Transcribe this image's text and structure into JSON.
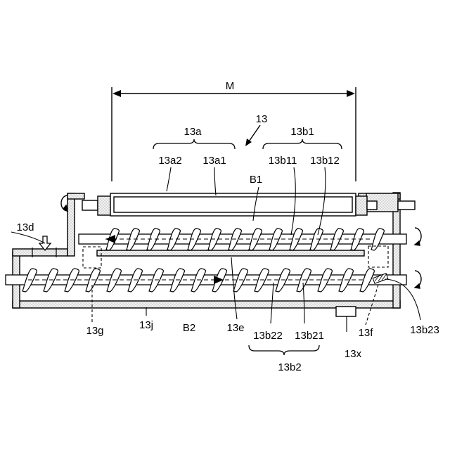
{
  "labels": {
    "M": "M",
    "n13": "13",
    "n13a": "13a",
    "n13b1": "13b1",
    "n13a2": "13a2",
    "n13a1": "13a1",
    "n13b11": "13b11",
    "n13b12": "13b12",
    "B1": "B1",
    "n13d": "13d",
    "n13g": "13g",
    "n13j": "13j",
    "B2": "B2",
    "n13e": "13e",
    "n13b22": "13b22",
    "n13b21": "13b21",
    "n13b2": "13b2",
    "n13f": "13f",
    "n13x": "13x",
    "n13b23": "13b23"
  },
  "colors": {
    "stroke": "#000000",
    "housing_fill": "#e6e6e6",
    "background": "#ffffff"
  }
}
